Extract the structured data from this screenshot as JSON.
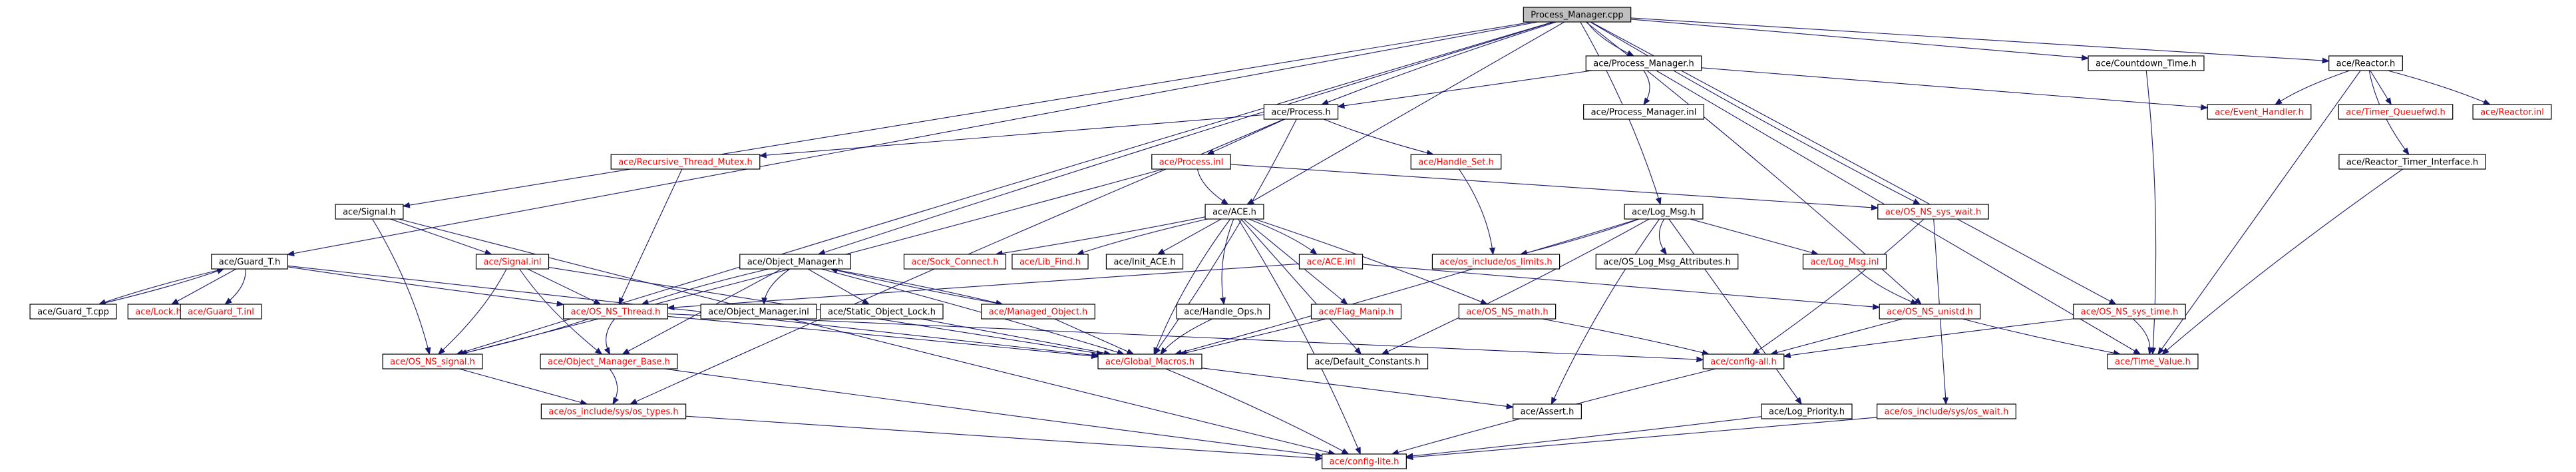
{
  "graph": {
    "root": "Process_Manager.cpp",
    "colors": {
      "edge": "#191970",
      "root_fill": "#bfbfbf",
      "node_fill": "#ffffff",
      "documented_text": "#000000",
      "undocumented_text": "#ff0000"
    },
    "nodes": [
      {
        "id": "root",
        "label": "Process_Manager.cpp",
        "root": true
      },
      {
        "id": "pm_h",
        "label": "ace/Process_Manager.h"
      },
      {
        "id": "countdown",
        "label": "ace/Countdown_Time.h"
      },
      {
        "id": "reactor_h",
        "label": "ace/Reactor.h"
      },
      {
        "id": "process_h",
        "label": "ace/Process.h"
      },
      {
        "id": "pm_inl",
        "label": "ace/Process_Manager.inl"
      },
      {
        "id": "event_handler",
        "label": "ace/Event_Handler.h",
        "red": true
      },
      {
        "id": "timer_qfwd",
        "label": "ace/Timer_Queuefwd.h",
        "red": true
      },
      {
        "id": "reactor_inl",
        "label": "ace/Reactor.inl",
        "red": true
      },
      {
        "id": "rtm",
        "label": "ace/Recursive_Thread_Mutex.h",
        "red": true
      },
      {
        "id": "handle_set",
        "label": "ace/Handle_Set.h",
        "red": true
      },
      {
        "id": "reactor_ti",
        "label": "ace/Reactor_Timer_Interface.h"
      },
      {
        "id": "signal_h",
        "label": "ace/Signal.h"
      },
      {
        "id": "process_inl",
        "label": "ace/Process.inl",
        "red": true
      },
      {
        "id": "ace_h",
        "label": "ace/ACE.h"
      },
      {
        "id": "log_msg",
        "label": "ace/Log_Msg.h"
      },
      {
        "id": "os_sys_wait",
        "label": "ace/OS_NS_sys_wait.h",
        "red": true
      },
      {
        "id": "guard_h",
        "label": "ace/Guard_T.h"
      },
      {
        "id": "signal_inl",
        "label": "ace/Signal.inl",
        "red": true
      },
      {
        "id": "objmgr_h",
        "label": "ace/Object_Manager.h"
      },
      {
        "id": "sock_connect",
        "label": "ace/Sock_Connect.h",
        "red": true
      },
      {
        "id": "lib_find",
        "label": "ace/Lib_Find.h",
        "red": true
      },
      {
        "id": "init_ace",
        "label": "ace/Init_ACE.h"
      },
      {
        "id": "ace_inl",
        "label": "ace/ACE.inl",
        "red": true
      },
      {
        "id": "os_limits",
        "label": "ace/os_include/os_limits.h",
        "red": true
      },
      {
        "id": "log_attrs",
        "label": "ace/OS_Log_Msg_Attributes.h"
      },
      {
        "id": "log_msg_inl",
        "label": "ace/Log_Msg.inl",
        "red": true
      },
      {
        "id": "guard_cpp",
        "label": "ace/Guard_T.cpp"
      },
      {
        "id": "lock_h",
        "label": "ace/Lock.h",
        "red": true
      },
      {
        "id": "guard_inl",
        "label": "ace/Guard_T.inl",
        "red": true
      },
      {
        "id": "os_thread",
        "label": "ace/OS_NS_Thread.h",
        "red": true
      },
      {
        "id": "objmgr_inl",
        "label": "ace/Object_Manager.inl"
      },
      {
        "id": "static_lock",
        "label": "ace/Static_Object_Lock.h"
      },
      {
        "id": "managed_obj",
        "label": "ace/Managed_Object.h",
        "red": true
      },
      {
        "id": "handle_ops",
        "label": "ace/Handle_Ops.h"
      },
      {
        "id": "flag_manip",
        "label": "ace/Flag_Manip.h",
        "red": true
      },
      {
        "id": "os_math",
        "label": "ace/OS_NS_math.h",
        "red": true
      },
      {
        "id": "os_unistd",
        "label": "ace/OS_NS_unistd.h",
        "red": true
      },
      {
        "id": "os_sys_time",
        "label": "ace/OS_NS_sys_time.h",
        "red": true
      },
      {
        "id": "os_signal",
        "label": "ace/OS_NS_signal.h",
        "red": true
      },
      {
        "id": "objmgr_base",
        "label": "ace/Object_Manager_Base.h",
        "red": true
      },
      {
        "id": "global_macros",
        "label": "ace/Global_Macros.h",
        "red": true
      },
      {
        "id": "default_const",
        "label": "ace/Default_Constants.h"
      },
      {
        "id": "config_all",
        "label": "ace/config-all.h",
        "red": true
      },
      {
        "id": "time_value",
        "label": "ace/Time_Value.h",
        "red": true
      },
      {
        "id": "sys_types",
        "label": "ace/os_include/sys/os_types.h",
        "red": true
      },
      {
        "id": "assert_h",
        "label": "ace/Assert.h"
      },
      {
        "id": "log_priority",
        "label": "ace/Log_Priority.h"
      },
      {
        "id": "sys_wait",
        "label": "ace/os_include/sys/os_wait.h",
        "red": true
      },
      {
        "id": "config_lite",
        "label": "ace/config-lite.h",
        "red": true
      }
    ],
    "edges": [
      [
        "root",
        "pm_h"
      ],
      [
        "root",
        "countdown"
      ],
      [
        "root",
        "reactor_h"
      ],
      [
        "root",
        "process_h"
      ],
      [
        "root",
        "signal_h"
      ],
      [
        "root",
        "guard_h"
      ],
      [
        "root",
        "objmgr_h"
      ],
      [
        "root",
        "ace_h"
      ],
      [
        "root",
        "log_msg"
      ],
      [
        "root",
        "os_sys_wait"
      ],
      [
        "root",
        "os_sys_time"
      ],
      [
        "root",
        "os_unistd"
      ],
      [
        "root",
        "os_signal"
      ],
      [
        "pm_h",
        "process_h"
      ],
      [
        "pm_h",
        "pm_inl"
      ],
      [
        "pm_h",
        "event_handler"
      ],
      [
        "pm_h",
        "time_value"
      ],
      [
        "countdown",
        "time_value"
      ],
      [
        "reactor_h",
        "event_handler"
      ],
      [
        "reactor_h",
        "timer_qfwd"
      ],
      [
        "reactor_h",
        "reactor_inl"
      ],
      [
        "reactor_h",
        "reactor_ti"
      ],
      [
        "reactor_h",
        "time_value"
      ],
      [
        "process_h",
        "rtm"
      ],
      [
        "process_h",
        "handle_set"
      ],
      [
        "process_h",
        "process_inl"
      ],
      [
        "process_h",
        "global_macros"
      ],
      [
        "process_h",
        "sys_types"
      ],
      [
        "rtm",
        "os_thread"
      ],
      [
        "handle_set",
        "os_limits"
      ],
      [
        "process_inl",
        "ace_h"
      ],
      [
        "process_inl",
        "os_sys_wait"
      ],
      [
        "process_inl",
        "os_signal"
      ],
      [
        "reactor_ti",
        "time_value"
      ],
      [
        "signal_h",
        "signal_inl"
      ],
      [
        "signal_h",
        "os_signal"
      ],
      [
        "signal_h",
        "config_lite"
      ],
      [
        "signal_inl",
        "os_thread"
      ],
      [
        "signal_inl",
        "os_signal"
      ],
      [
        "signal_inl",
        "objmgr_base"
      ],
      [
        "signal_inl",
        "global_macros"
      ],
      [
        "ace_h",
        "sock_connect"
      ],
      [
        "ace_h",
        "lib_find"
      ],
      [
        "ace_h",
        "init_ace"
      ],
      [
        "ace_h",
        "ace_inl"
      ],
      [
        "ace_h",
        "handle_ops"
      ],
      [
        "ace_h",
        "flag_manip"
      ],
      [
        "ace_h",
        "os_math"
      ],
      [
        "ace_h",
        "global_macros"
      ],
      [
        "ace_h",
        "default_const"
      ],
      [
        "ace_h",
        "config_lite"
      ],
      [
        "ace_inl",
        "os_unistd"
      ],
      [
        "ace_inl",
        "os_thread"
      ],
      [
        "log_msg",
        "os_limits"
      ],
      [
        "log_msg",
        "log_attrs"
      ],
      [
        "log_msg",
        "log_msg_inl"
      ],
      [
        "log_msg",
        "default_const"
      ],
      [
        "log_msg",
        "assert_h"
      ],
      [
        "log_msg",
        "log_priority"
      ],
      [
        "log_msg",
        "global_macros"
      ],
      [
        "log_msg_inl",
        "os_unistd"
      ],
      [
        "os_sys_wait",
        "sys_wait"
      ],
      [
        "os_sys_wait",
        "config_all"
      ],
      [
        "guard_h",
        "guard_cpp"
      ],
      [
        "guard_h",
        "lock_h"
      ],
      [
        "guard_h",
        "guard_inl"
      ],
      [
        "guard_h",
        "os_thread"
      ],
      [
        "guard_h",
        "global_macros"
      ],
      [
        "guard_cpp",
        "guard_h"
      ],
      [
        "objmgr_h",
        "objmgr_inl"
      ],
      [
        "objmgr_h",
        "static_lock"
      ],
      [
        "objmgr_h",
        "managed_obj"
      ],
      [
        "objmgr_h",
        "os_thread"
      ],
      [
        "objmgr_h",
        "objmgr_base"
      ],
      [
        "objmgr_h",
        "global_macros"
      ],
      [
        "managed_obj",
        "objmgr_h"
      ],
      [
        "managed_obj",
        "global_macros"
      ],
      [
        "os_thread",
        "os_signal"
      ],
      [
        "os_thread",
        "objmgr_base"
      ],
      [
        "os_thread",
        "config_all"
      ],
      [
        "os_thread",
        "global_macros"
      ],
      [
        "handle_ops",
        "global_macros"
      ],
      [
        "flag_manip",
        "global_macros"
      ],
      [
        "os_math",
        "config_all"
      ],
      [
        "os_unistd",
        "time_value"
      ],
      [
        "os_unistd",
        "config_all"
      ],
      [
        "os_sys_time",
        "time_value"
      ],
      [
        "os_sys_time",
        "config_all"
      ],
      [
        "os_signal",
        "sys_types"
      ],
      [
        "objmgr_base",
        "sys_types"
      ],
      [
        "objmgr_base",
        "config_lite"
      ],
      [
        "global_macros",
        "assert_h"
      ],
      [
        "global_macros",
        "config_lite"
      ],
      [
        "config_all",
        "config_lite"
      ],
      [
        "sys_types",
        "config_lite"
      ],
      [
        "log_priority",
        "config_lite"
      ],
      [
        "sys_wait",
        "config_lite"
      ],
      [
        "static_lock",
        "global_macros"
      ]
    ]
  }
}
